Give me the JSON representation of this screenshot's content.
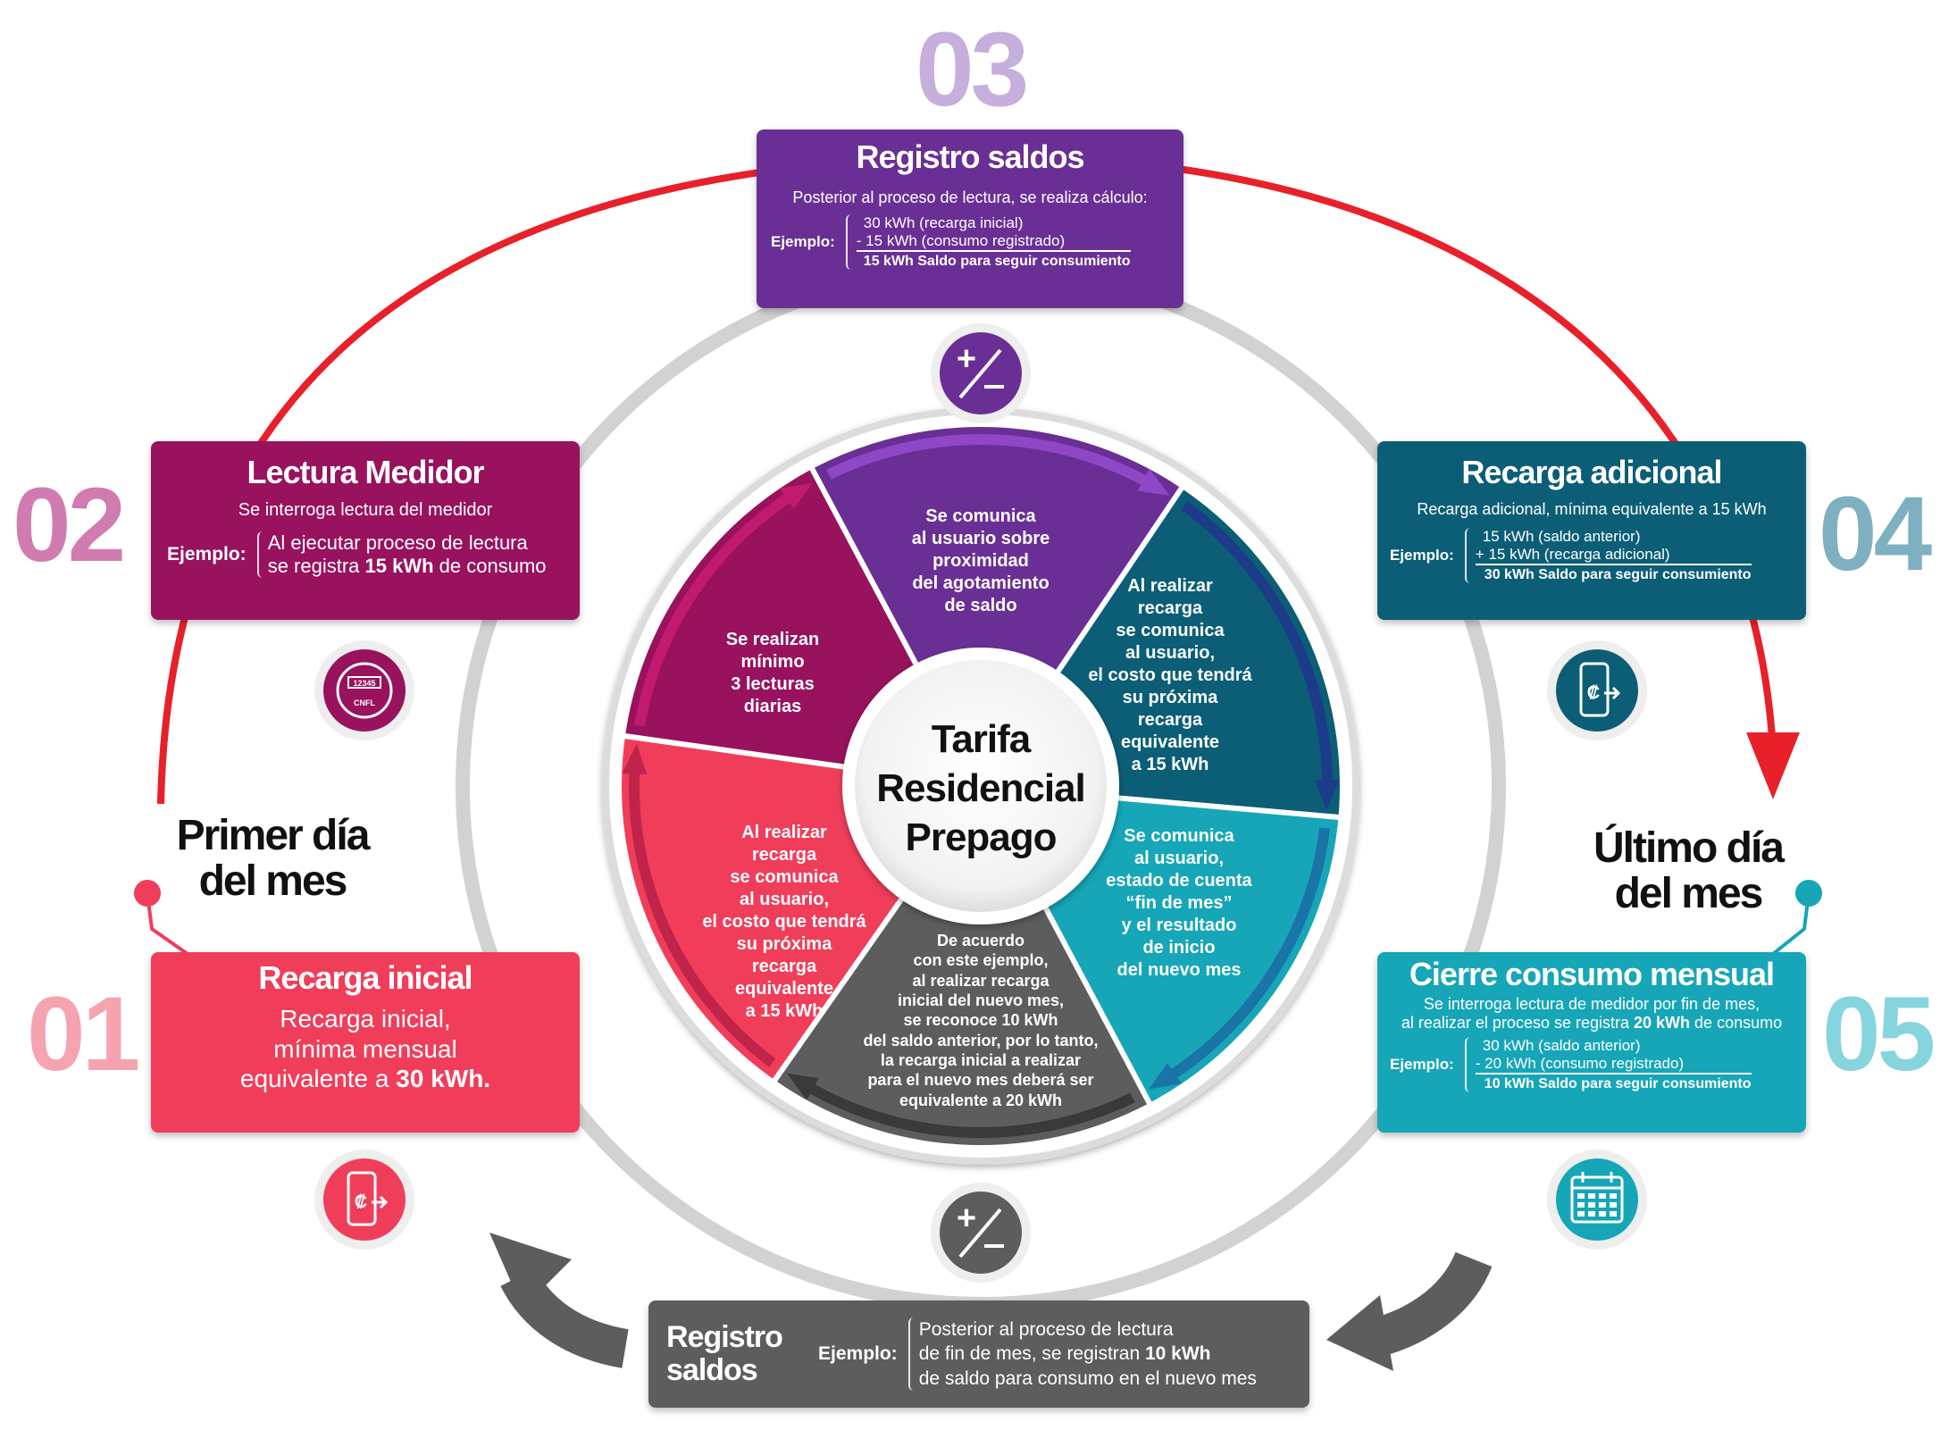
{
  "colors": {
    "step01": "#f03e5a",
    "step02": "#98125e",
    "step03": "#6a2f95",
    "step04": "#0c5e76",
    "step05": "#16a6b7",
    "saldos": "#5d5d5d",
    "red_arrow": "#e8202a",
    "num01": "#f6a3b0",
    "num02": "#d17cb0",
    "num03": "#c6afdc",
    "num04": "#7eb0c1",
    "num05": "#86d4dd"
  },
  "center": {
    "title_l1": "Tarifa",
    "title_l2": "Residencial",
    "title_l3": "Prepago"
  },
  "segments": {
    "purple": [
      "Se comunica",
      "al usuario sobre",
      "proximidad",
      "del agotamiento",
      "de saldo"
    ],
    "navy": [
      "Al realizar",
      "recarga",
      "se comunica",
      "al usuario,",
      "el costo que tendrá",
      "su próxima",
      "recarga",
      "equivalente",
      "a 15 kWh"
    ],
    "teal": [
      "Se comunica",
      "al usuario,",
      "estado de cuenta",
      "“fin de mes”",
      "y el resultado",
      "de inicio",
      "del nuevo mes"
    ],
    "gray": [
      "De acuerdo",
      "con este ejemplo,",
      "al realizar recarga",
      "inicial del  nuevo mes,",
      "se reconoce 10 kWh",
      "del saldo anterior, por lo tanto,",
      "la recarga inicial a realizar",
      "para el nuevo mes deberá ser",
      "equivalente a 20 kWh"
    ],
    "red": [
      "Al realizar",
      "recarga",
      "se comunica",
      "al usuario,",
      "el costo que tendrá",
      "su próxima",
      "recarga",
      "equivalente",
      "a 15 kWh"
    ],
    "magenta": [
      "Se realizan",
      "mínimo",
      "3 lecturas",
      "diarias"
    ]
  },
  "step01": {
    "number": "01",
    "title": "Recarga inicial",
    "line1": "Recarga inicial,",
    "line2": "mínima mensual",
    "line3_pre": "equivalente a ",
    "line3_bold": "30 kWh."
  },
  "step02": {
    "number": "02",
    "title": "Lectura Medidor",
    "subtitle": "Se interroga lectura del medidor",
    "example_label": "Ejemplo:",
    "line1": "Al ejecutar proceso de lectura",
    "line2_pre": "se registra ",
    "line2_bold": "15 kWh",
    "line2_post": " de consumo",
    "meter_display": "12345",
    "meter_brand": "CNFL"
  },
  "step03": {
    "number": "03",
    "title": "Registro saldos",
    "subtitle": "Posterior al proceso de lectura, se realiza cálculo:",
    "example_label": "Ejemplo:",
    "line1": "30 kWh  (recarga inicial)",
    "line2": "-  15 kWh  (consumo registrado)",
    "total": "15 kWh  Saldo para seguir consumiento"
  },
  "step04": {
    "number": "04",
    "title": "Recarga adicional",
    "subtitle": "Recarga adicional, mínima equivalente a 15 kWh",
    "example_label": "Ejemplo:",
    "line1": "15 kWh  (saldo anterior)",
    "line2": "+ 15 kWh  (recarga adicional)",
    "total": "30 kWh  Saldo para seguir consumiento"
  },
  "step05": {
    "number": "05",
    "title": "Cierre consumo mensual",
    "subtitle1": "Se interroga lectura de medidor por fin de mes,",
    "subtitle2_pre": "al realizar el proceso se registra ",
    "subtitle2_bold": "20 kWh",
    "subtitle2_post": " de consumo",
    "example_label": "Ejemplo:",
    "line1": "30 kWh  (saldo anterior)",
    "line2": "-  20 kWh  (consumo registrado)",
    "total": "10 kWh  Saldo para seguir consumiento"
  },
  "saldos_bottom": {
    "title_l1": "Registro",
    "title_l2": "saldos",
    "example_label": "Ejemplo:",
    "line1": "Posterior al proceso de lectura",
    "line2_pre": "de fin de mes, se registran ",
    "line2_bold": "10 kWh",
    "line3": "de saldo para consumo en el nuevo mes"
  },
  "labels": {
    "first_l1": "Primer día",
    "first_l2": "del mes",
    "last_l1": "Último día",
    "last_l2": "del mes"
  }
}
